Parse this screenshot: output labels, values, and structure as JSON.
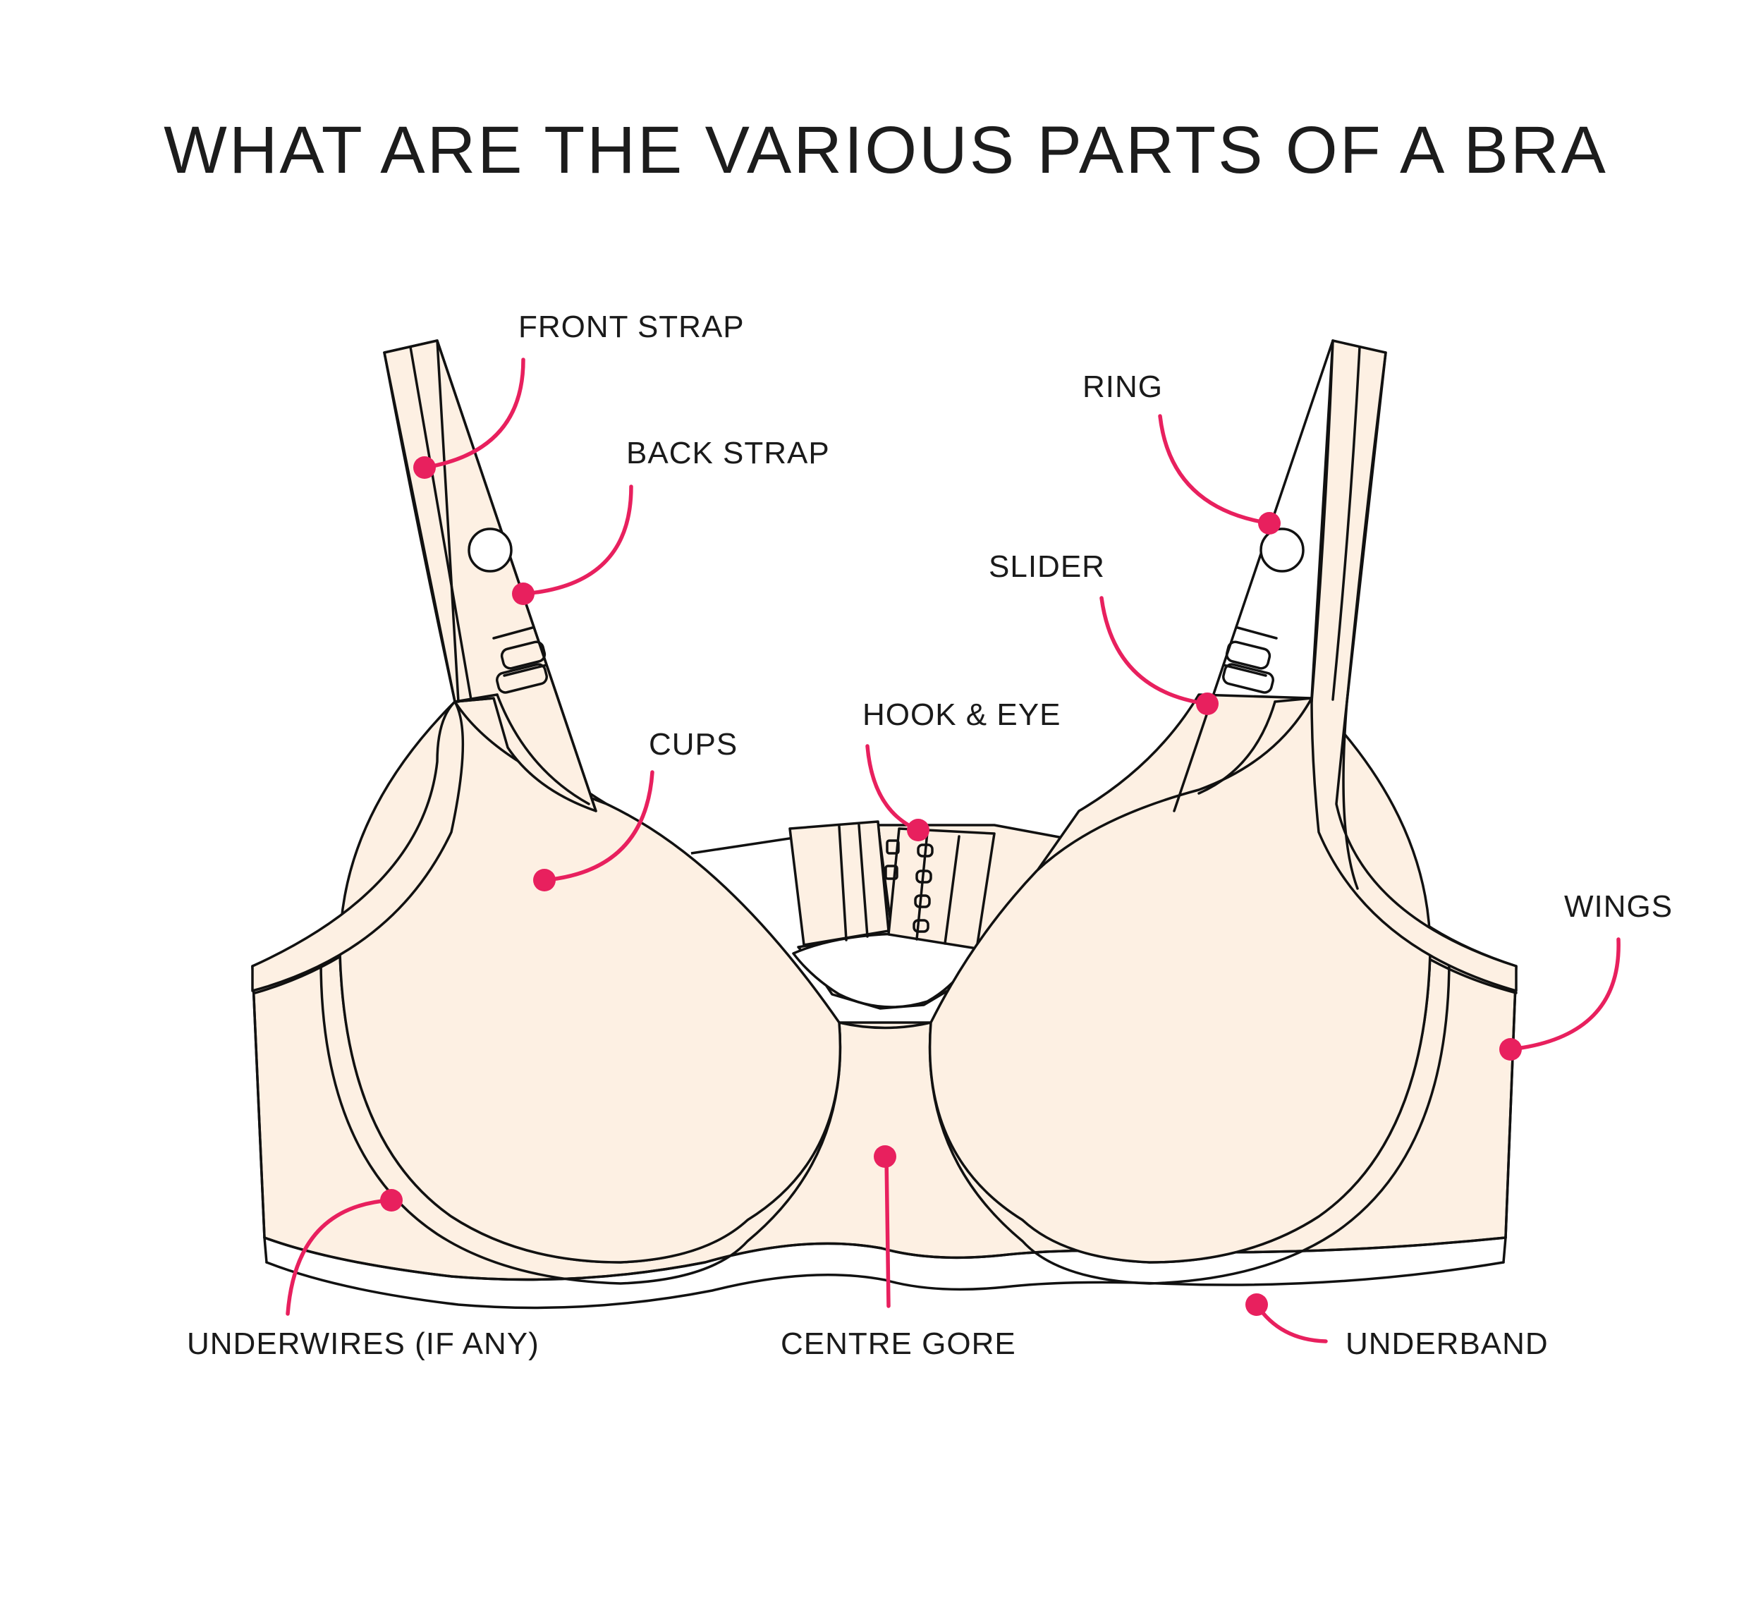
{
  "title": "WHAT ARE THE VARIOUS PARTS OF A BRA",
  "colors": {
    "body": "#fdf0e3",
    "accent": "#e8205e",
    "line": "#111111",
    "background": "#ffffff"
  },
  "labels": {
    "front_strap": "FRONT STRAP",
    "back_strap": "BACK STRAP",
    "ring": "RING",
    "slider": "SLIDER",
    "cups": "CUPS",
    "hook_eye": "HOOK & EYE",
    "wings": "WINGS",
    "underwires": "UNDERWIRES (IF ANY)",
    "centre_gore": "CENTRE GORE",
    "underband": "UNDERBAND"
  }
}
